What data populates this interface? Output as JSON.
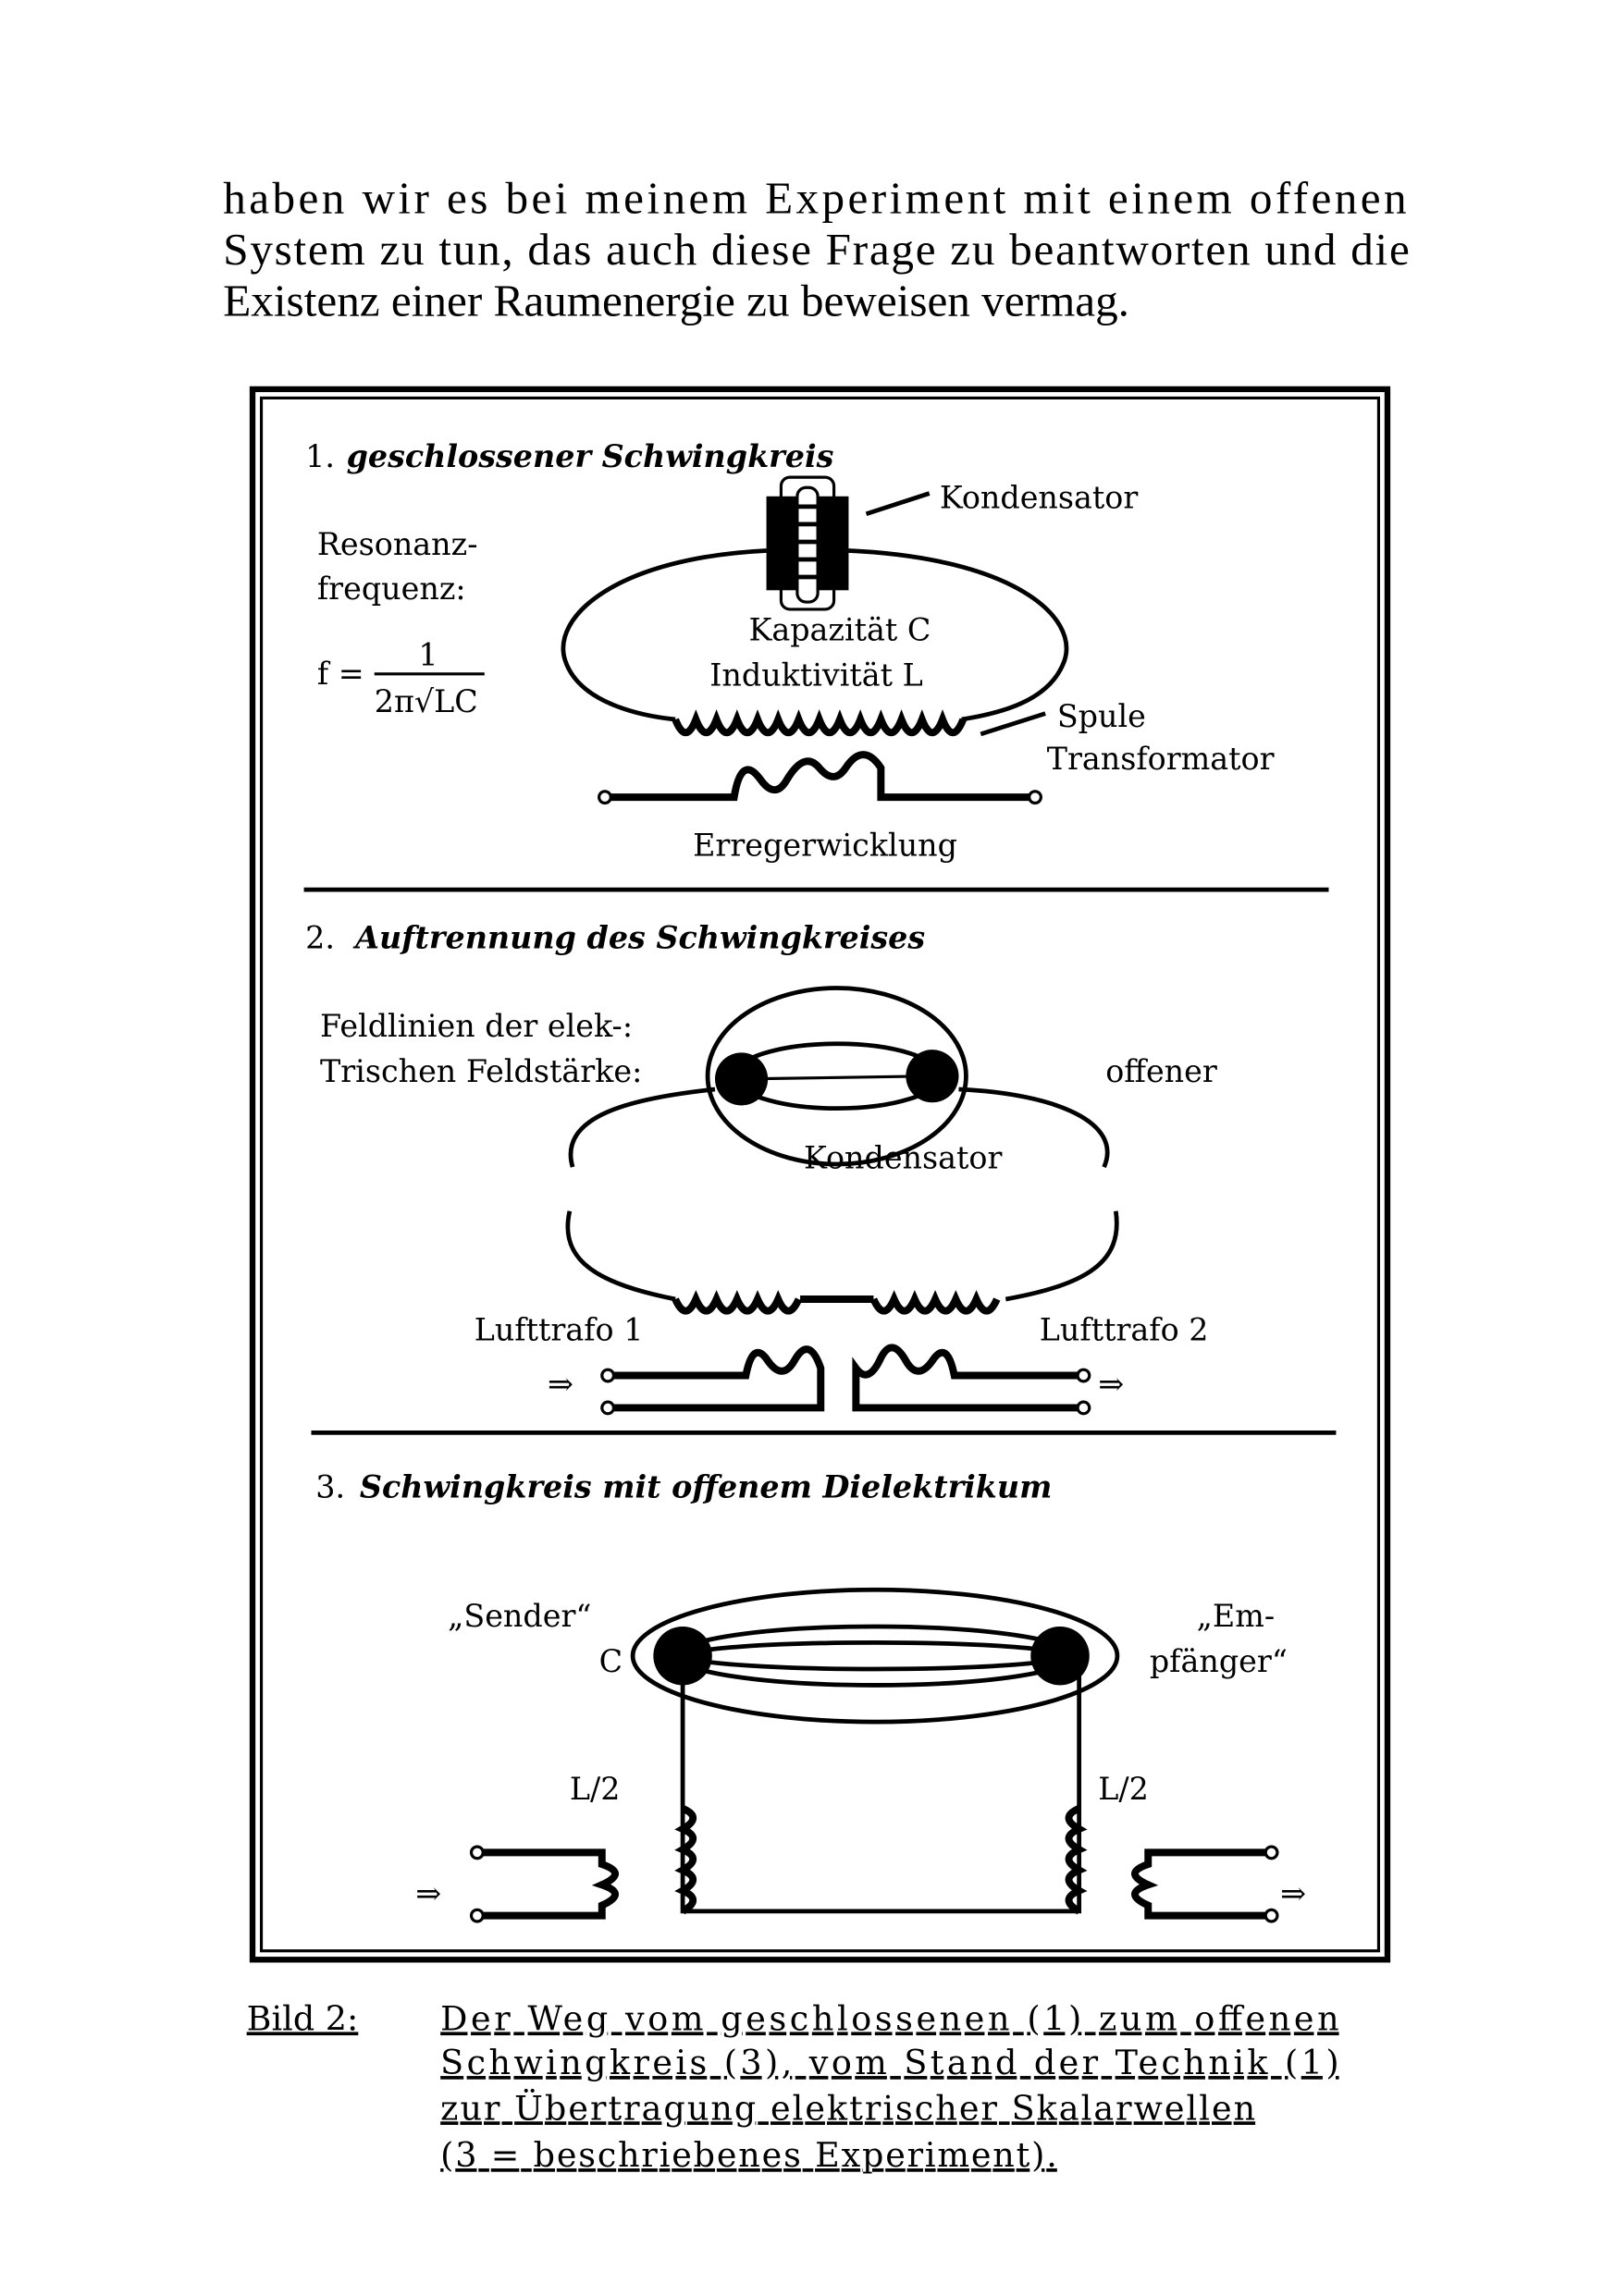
{
  "paragraph": {
    "lines": [
      "haben wir es bei meinem Experiment mit einem offenen",
      "System zu tun, das auch diese Frage zu beantworten und die",
      "Existenz einer Raumenergie zu beweisen vermag."
    ]
  },
  "figure": {
    "section1": {
      "number": "1.",
      "title": "geschlossener Schwingkreis",
      "kondensator": "Kondensator",
      "resonanz_line1": "Resonanz-",
      "resonanz_line2": "frequenz:",
      "formula_lhs": "f =",
      "formula_num": "1",
      "formula_den": "2π√LC",
      "kapazitaet": "Kapazität C",
      "induktivitaet": "Induktivität L",
      "spule": "Spule",
      "transformator": "Transformator",
      "erregerwicklung": "Erregerwicklung"
    },
    "section2": {
      "number": "2.",
      "title": "Auftrennung des Schwingkreises",
      "feldlinien_line1": "Feldlinien der elek-:",
      "feldlinien_line2": "Trischen Feldstärke:",
      "offener": "offener",
      "kondensator": "Kondensator",
      "lufttrafo1": "Lufttrafo 1",
      "lufttrafo2": "Lufttrafo 2",
      "arrow": "⇒"
    },
    "section3": {
      "number": "3.",
      "title": "Schwingkreis mit offenem Dielektrikum",
      "sender": "„Sender“",
      "c_label": "C",
      "empf_line1": "„Em-",
      "empf_line2": "pfänger“",
      "l_half_left": "L/2",
      "l_half_right": "L/2",
      "arrow": "⇒"
    }
  },
  "caption": {
    "label": "Bild 2:",
    "lines": [
      "Der Weg vom geschlossenen (1) zum offenen",
      "Schwingkreis (3), vom Stand der Technik (1)",
      "zur Übertragung elektrischer Skalarwellen",
      "(3 = beschriebenes Experiment)."
    ]
  }
}
